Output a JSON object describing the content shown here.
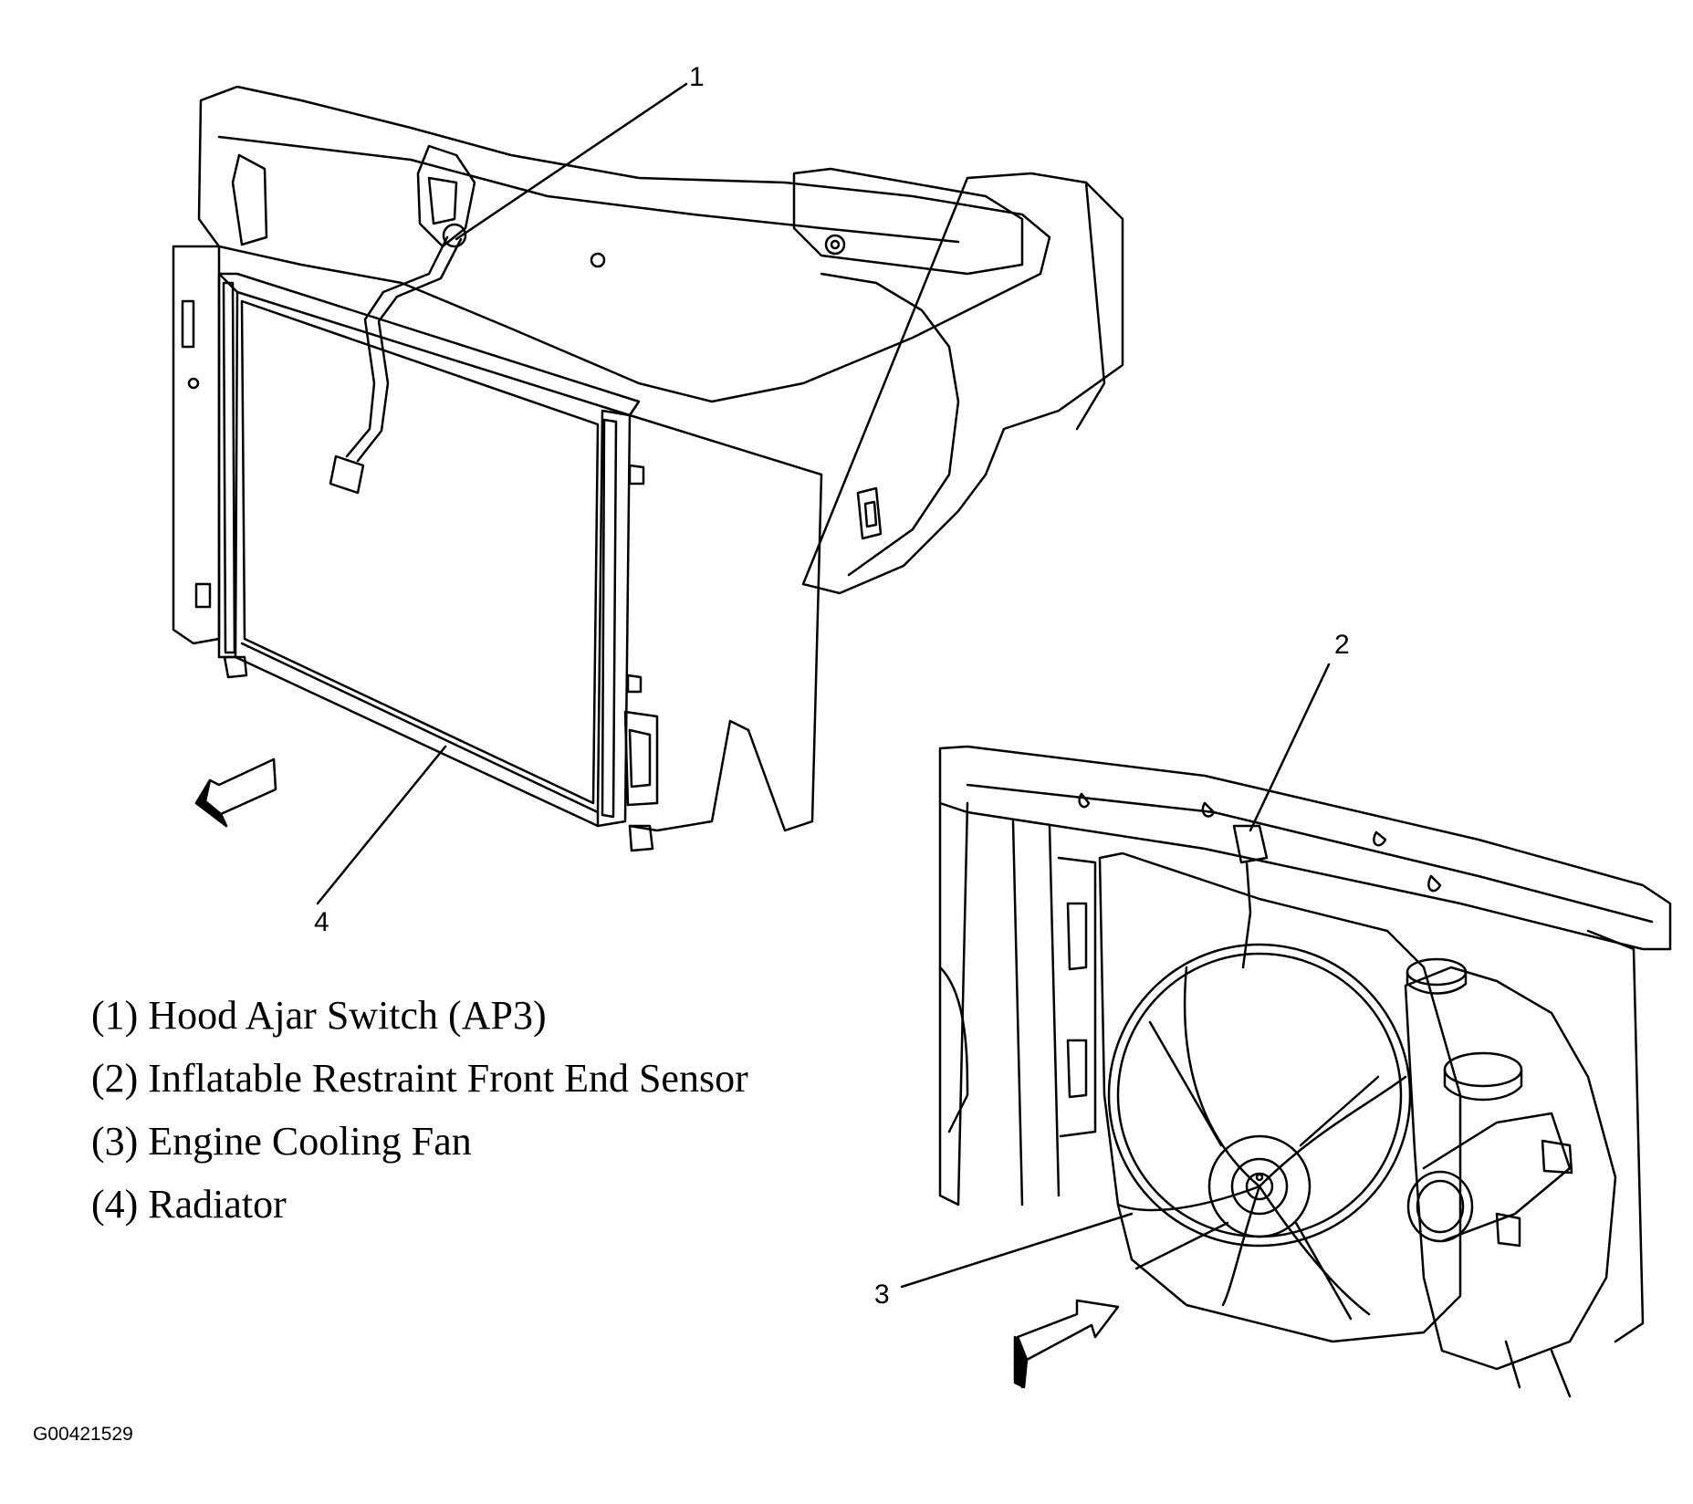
{
  "callouts": [
    {
      "id": "1",
      "text": "1"
    },
    {
      "id": "2",
      "text": "2"
    },
    {
      "id": "3",
      "text": "3"
    },
    {
      "id": "4",
      "text": "4"
    }
  ],
  "legend": [
    {
      "text": "(1) Hood Ajar Switch (AP3)"
    },
    {
      "text": "(2) Inflatable Restraint Front End Sensor"
    },
    {
      "text": "(3) Engine Cooling Fan"
    },
    {
      "text": "(4) Radiator"
    }
  ],
  "figure_id": "G00421529",
  "colors": {
    "ink": "#000000",
    "paper": "#ffffff"
  }
}
